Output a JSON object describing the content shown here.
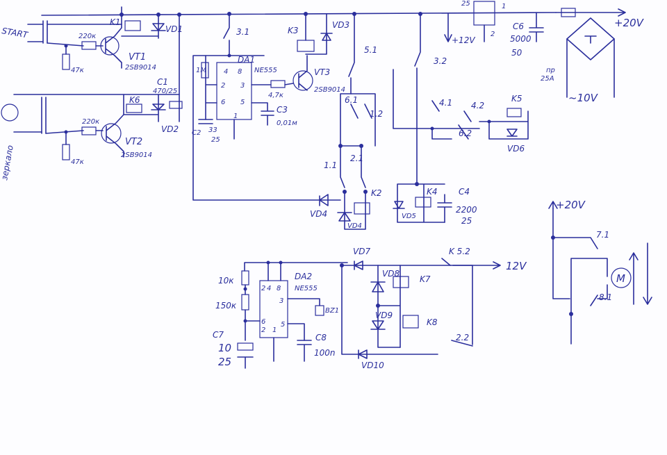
{
  "labels": {
    "start": "START",
    "top_pct": "+",
    "vd1": "VD1",
    "k1": "K1",
    "r1": "220к",
    "r2": "47к",
    "vt1": "VT1",
    "vt1_type": "2SB9014",
    "c1": "C1",
    "c1_val": "470/25",
    "k6": "K6",
    "r3": "220к",
    "r4": "47к",
    "vt2": "VT2",
    "vt2_type": "2SB9014",
    "vd2": "VD2",
    "side_left": "зеркало",
    "s31": "3.1",
    "da1": "DA1",
    "ne555_1": "NE555",
    "p4": "4",
    "p8": "8",
    "p2": "2",
    "p3": "3",
    "p6": "6",
    "p5": "5",
    "p1": "1",
    "r1m": "1M",
    "c2": "C2",
    "c2_val": "33",
    "c2_v": "25",
    "r47": "4,7к",
    "k3": "K3",
    "vd3": "VD3",
    "vt3": "VT3",
    "vt3_type": "2SB9014",
    "c3": "C3",
    "c3_val": "0,01м",
    "s51": "5.1",
    "s61": "6.1",
    "s12": "1.2",
    "s11": "1.1",
    "s21": "2.1",
    "k2": "K2",
    "vd4": "VD4",
    "vd4b": "VD4",
    "s32": "3.2",
    "v12": "+12V",
    "n25": "25",
    "n1": "1",
    "n2": "2",
    "c6": "C6",
    "c6_val": "5000",
    "c6_v": "50",
    "pr": "пр",
    "pr_val": "25A",
    "v20": "+20V",
    "v10": "~10V",
    "s41": "4.1",
    "s42": "4.2",
    "s62": "6.2",
    "k5": "K5",
    "vd6": "VD6",
    "k4": "K4",
    "c4": "C4",
    "c4_val": "2200",
    "c4_v": "25",
    "vd5": "VD5",
    "v20b": "+20V",
    "s71": "7.1",
    "s81": "8.1",
    "motor": "M",
    "r10k": "10к",
    "r150k": "150к",
    "da2": "DA2",
    "ne555_2": "NE555",
    "q2": "2",
    "q4": "4",
    "q8": "8",
    "q3": "3",
    "q6": "6",
    "q5": "5",
    "q1": "1",
    "bz1": "BZ1",
    "c7": "C7",
    "c7_val": "10",
    "c7_v": "25",
    "c8": "C8",
    "c8_val": "100n",
    "vd7": "VD7",
    "vd8": "VD8",
    "vd9": "VD9",
    "vd10": "VD10",
    "k7": "K7",
    "k8": "K8",
    "k52": "K 5.2",
    "v12b": "12V",
    "s22": "2.2"
  }
}
